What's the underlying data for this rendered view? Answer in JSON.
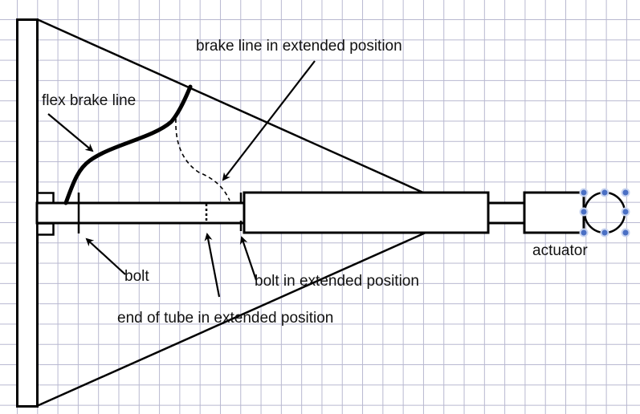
{
  "diagram": {
    "labels": {
      "flex_brake_line": "flex brake line",
      "brake_line_extended": "brake line in extended position",
      "bolt": "bolt",
      "bolt_extended": "bolt in extended position",
      "tube_end_extended": "end of tube in extended position",
      "actuator": "actuator"
    },
    "colors": {
      "stroke": "#000000",
      "grid": "#b8b8d0",
      "selection_handle": "#4a6fc4"
    },
    "actuator_selected": true
  }
}
